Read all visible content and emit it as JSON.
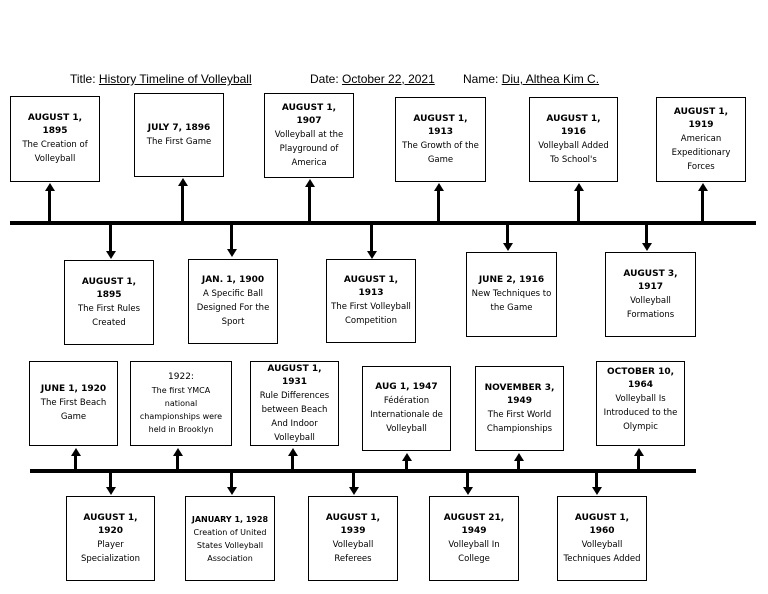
{
  "header": {
    "title_label": "Title:",
    "title_value": "History Timeline of Volleyball",
    "date_label": "Date:",
    "date_value": "October 22, 2021",
    "name_label": "Name:",
    "name_value": "Diu, Althea Kim C."
  },
  "timeline1": {
    "above": [
      {
        "date": "AUGUST 1, 1895",
        "desc": "The Creation of Volleyball"
      },
      {
        "date": "JULY 7, 1896",
        "desc": "The First Game"
      },
      {
        "date": "AUGUST 1, 1907",
        "desc": "Volleyball at the Playground of America"
      },
      {
        "date": "AUGUST 1, 1913",
        "desc": "The Growth of the Game"
      },
      {
        "date": "AUGUST 1, 1916",
        "desc": "Volleyball Added To School's"
      },
      {
        "date": "AUGUST 1, 1919",
        "desc": "American Expeditionary Forces"
      }
    ],
    "below": [
      {
        "date": "AUGUST 1, 1895",
        "desc": "The First Rules Created"
      },
      {
        "date": "JAN. 1, 1900",
        "desc": "A Specific Ball Designed For the Sport"
      },
      {
        "date": "AUGUST 1, 1913",
        "desc": "The First Volleyball Competition"
      },
      {
        "date": "JUNE 2, 1916",
        "desc": "New Techniques to the Game"
      },
      {
        "date": "AUGUST 3, 1917",
        "desc": "Volleyball Formations"
      }
    ]
  },
  "timeline2": {
    "above": [
      {
        "date": "JUNE 1, 1920",
        "desc": "The First Beach Game"
      },
      {
        "date": "1922:",
        "desc": "The first YMCA national championships were held in Brooklyn"
      },
      {
        "date": "AUGUST 1, 1931",
        "desc": "Rule Differences between Beach And Indoor Volleyball"
      },
      {
        "date": "AUG 1, 1947",
        "desc": "Fédération Internationale de Volleyball"
      },
      {
        "date": "NOVEMBER 3, 1949",
        "desc": "The First World Championships"
      },
      {
        "date": "OCTOBER 10, 1964",
        "desc": "Volleyball Is Introduced to the Olympic"
      }
    ],
    "below": [
      {
        "date": "AUGUST 1, 1920",
        "desc": "Player Specialization"
      },
      {
        "date": "JANUARY 1, 1928",
        "desc": "Creation of United States Volleyball Association"
      },
      {
        "date": "AUGUST 1, 1939",
        "desc": "Volleyball Referees"
      },
      {
        "date": "AUGUST 21, 1949",
        "desc": "Volleyball In College"
      },
      {
        "date": "AUGUST 1, 1960",
        "desc": "Volleyball Techniques Added"
      }
    ]
  }
}
